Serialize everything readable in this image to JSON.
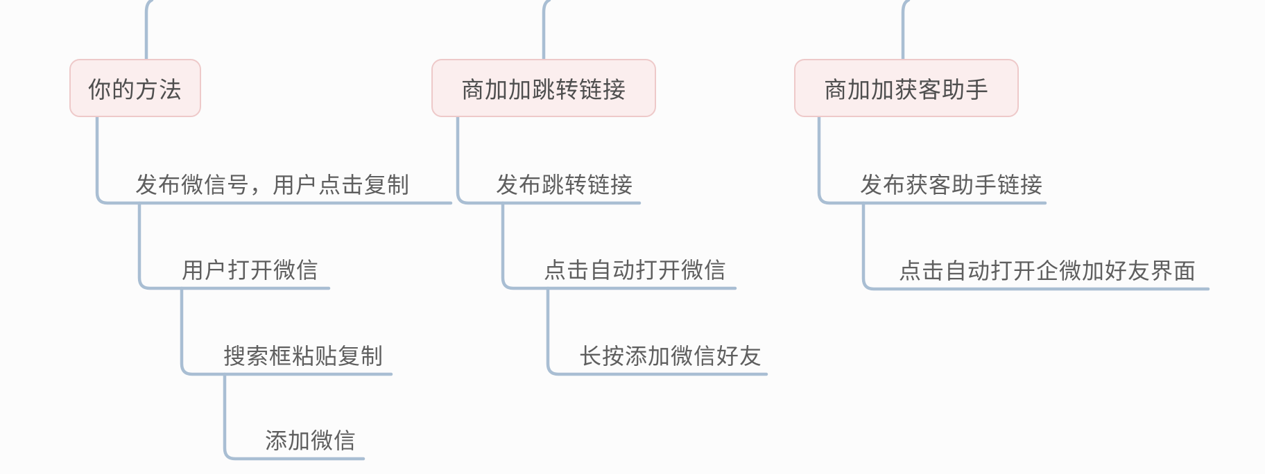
{
  "diagram": {
    "type": "mindmap",
    "background_color": "#fcfcfc",
    "line_color": "#a9bed3",
    "topic_fill_color": "#fbeeee",
    "topic_border_color": "#eec9c9",
    "topic_text_color": "#4e4e4e",
    "subtopic_text_color": "#5e5e5e",
    "branches": [
      {
        "root": "你的方法",
        "children": [
          "发布微信号，用户点击复制",
          "用户打开微信",
          "搜索框粘贴复制",
          "添加微信"
        ]
      },
      {
        "root": "商加加跳转链接",
        "children": [
          "发布跳转链接",
          "点击自动打开微信",
          "长按添加微信好友"
        ]
      },
      {
        "root": "商加加获客助手",
        "children": [
          "发布获客助手链接",
          "点击自动打开企微加好友界面"
        ]
      }
    ]
  }
}
